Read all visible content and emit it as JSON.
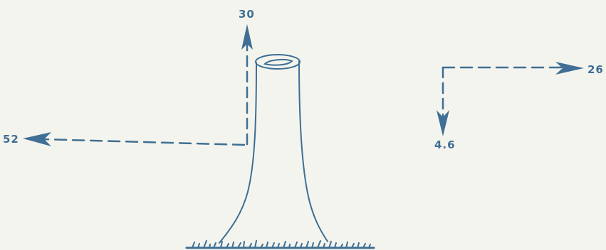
{
  "colors": {
    "background": "#f4f4ee",
    "ink": "#3f6f94"
  },
  "labels": {
    "up": "30",
    "left": "52",
    "right": "26",
    "down": "4.6"
  }
}
